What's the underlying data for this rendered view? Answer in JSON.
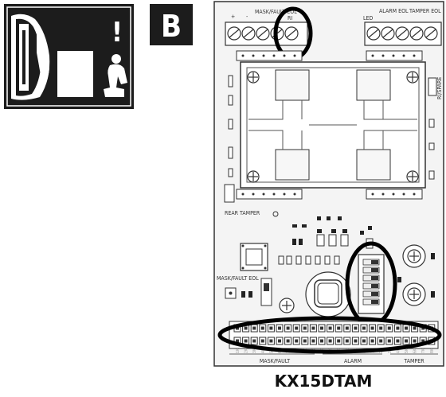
{
  "panel_badge": "B",
  "warning_mark": "!",
  "board": {
    "caption": "KX15DTAM",
    "top_left_terminal": {
      "plus": "+",
      "minus": "-",
      "mask_fault_eol": "MASK/FAULT EOL",
      "ri": "RI"
    },
    "top_right_terminal": {
      "led": "LED",
      "alarm_eol": "ALARM EOL",
      "tamper_eol": "TAMPER EOL"
    },
    "side_label": "RI/SPARE",
    "rear_tamper": "REAR TAMPER",
    "mask_fault_eol_jumper": "MASK/FAULT EOL",
    "bottom_groups": {
      "mask_fault": "MASK/FAULT",
      "alarm": "ALARM",
      "tamper": "TAMPER"
    },
    "resistor_values": [
      "1K",
      "2K",
      "3K",
      "4K",
      "5K",
      "6K",
      "7K",
      "8K",
      "1K",
      "2K",
      "3K",
      "4K",
      "5K",
      "6K",
      "7K",
      "8K",
      "1K",
      "2K",
      "3K",
      "4K",
      "5K",
      "6K",
      "7K",
      "8K"
    ]
  },
  "icons": [
    "detector-icon",
    "crouching-person-icon",
    "screw-terminal-icon",
    "dip-switch-icon",
    "potentiometer-icon",
    "jumper-icon"
  ],
  "colors": {
    "panel": "#1c1c1c",
    "highlight": "#000000",
    "board_fill": "#f4f4f4"
  }
}
